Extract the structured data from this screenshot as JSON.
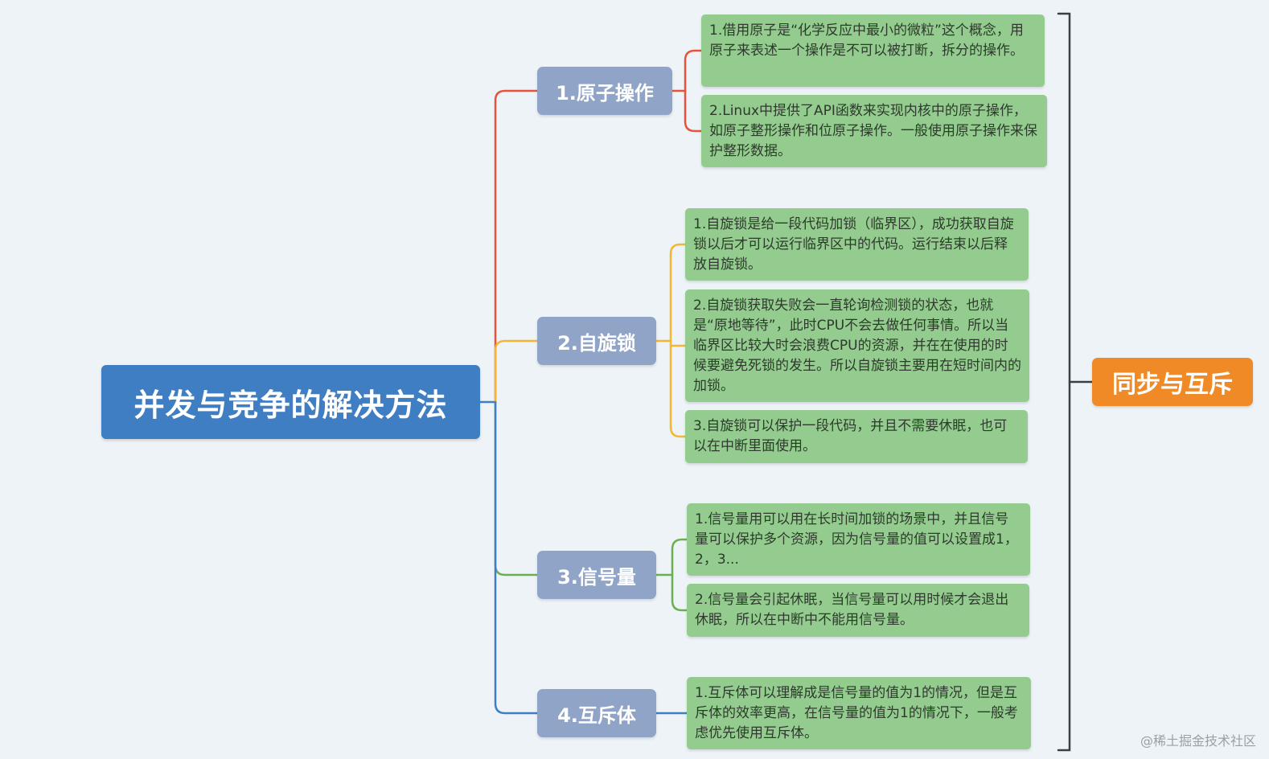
{
  "root": {
    "title": "并发与竞争的解决方法"
  },
  "summary_tag": {
    "label": "同步与互斥"
  },
  "branches": [
    {
      "label": "1.原子操作",
      "color": "#e8523a",
      "items": [
        "1.借用原子是“化学反应中最小的微粒”这个概念，用原子来表述一个操作是不可以被打断，拆分的操作。",
        "2.Linux中提供了API函数来实现内核中的原子操作，如原子整形操作和位原子操作。一般使用原子操作来保护整形数据。"
      ]
    },
    {
      "label": "2.自旋锁",
      "color": "#f5b731",
      "items": [
        "1.自旋锁是给一段代码加锁（临界区），成功获取自旋锁以后才可以运行临界区中的代码。运行结束以后释放自旋锁。",
        "2.自旋锁获取失败会一直轮询检测锁的状态，也就是“原地等待”，此时CPU不会去做任何事情。所以当临界区比较大时会浪费CPU的资源，并在在使用的时候要避免死锁的发生。所以自旋锁主要用在短时间内的加锁。",
        "3.自旋锁可以保护一段代码，并且不需要休眠，也可以在中断里面使用。"
      ]
    },
    {
      "label": "3.信号量",
      "color": "#6bb04f",
      "items": [
        "1.信号量用可以用在长时间加锁的场景中，并且信号量可以保护多个资源，因为信号量的值可以设置成1，2，3...",
        "2.信号量会引起休眠，当信号量可以用时候才会退出休眠，所以在中断中不能用信号量。"
      ]
    },
    {
      "label": "4.互斥体",
      "color": "#3f7ec2",
      "items": [
        "1.互斥体可以理解成是信号量的值为1的情况，但是互斥体的效率更高，在信号量的值为1的情况下，一般考虑优先使用互斥体。"
      ]
    }
  ],
  "watermark": "@稀土掘金技术社区"
}
